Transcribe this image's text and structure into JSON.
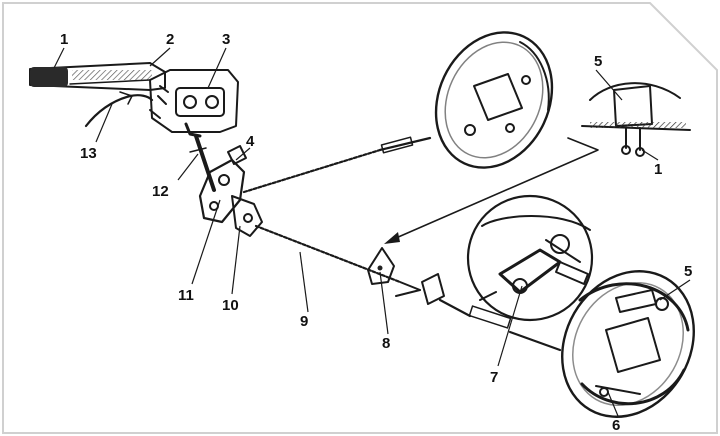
{
  "callouts": {
    "c1a": "1",
    "c2": "2",
    "c3": "3",
    "c4": "4",
    "c5a": "5",
    "c1b": "1",
    "c12": "12",
    "c13": "13",
    "c11": "11",
    "c10": "10",
    "c9": "9",
    "c8": "8",
    "c7": "7",
    "c5b": "5",
    "c6": "6"
  }
}
